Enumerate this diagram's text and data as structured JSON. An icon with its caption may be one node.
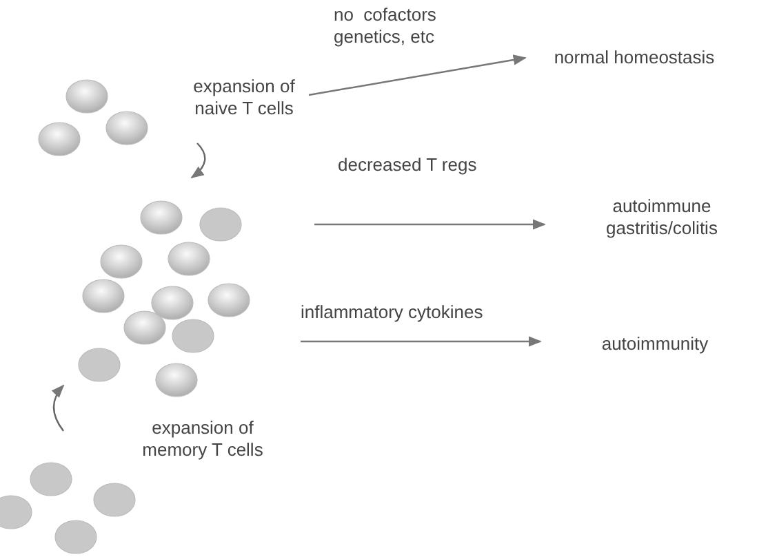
{
  "diagram": {
    "nodes": [
      {
        "text": [
          "expansion of naive T cells"
        ]
      },
      {
        "text": [
          "normal homeostasis"
        ]
      },
      {
        "text": [
          "autoimmune gastritis/colitis"
        ]
      },
      {
        "text": [
          "autoimmunity"
        ]
      },
      {
        "text": [
          "expansion of memory T cells"
        ]
      }
    ],
    "edges": [
      {
        "from": 0,
        "to": 1,
        "arrow": "to",
        "label": "no  cofactors genetics, etc"
      },
      {
        "from": null,
        "to": 2,
        "arrow": "to",
        "label": "decreased T regs"
      },
      {
        "from": null,
        "to": 3,
        "arrow": "to",
        "label": "inflammatory cytokines"
      }
    ]
  }
}
